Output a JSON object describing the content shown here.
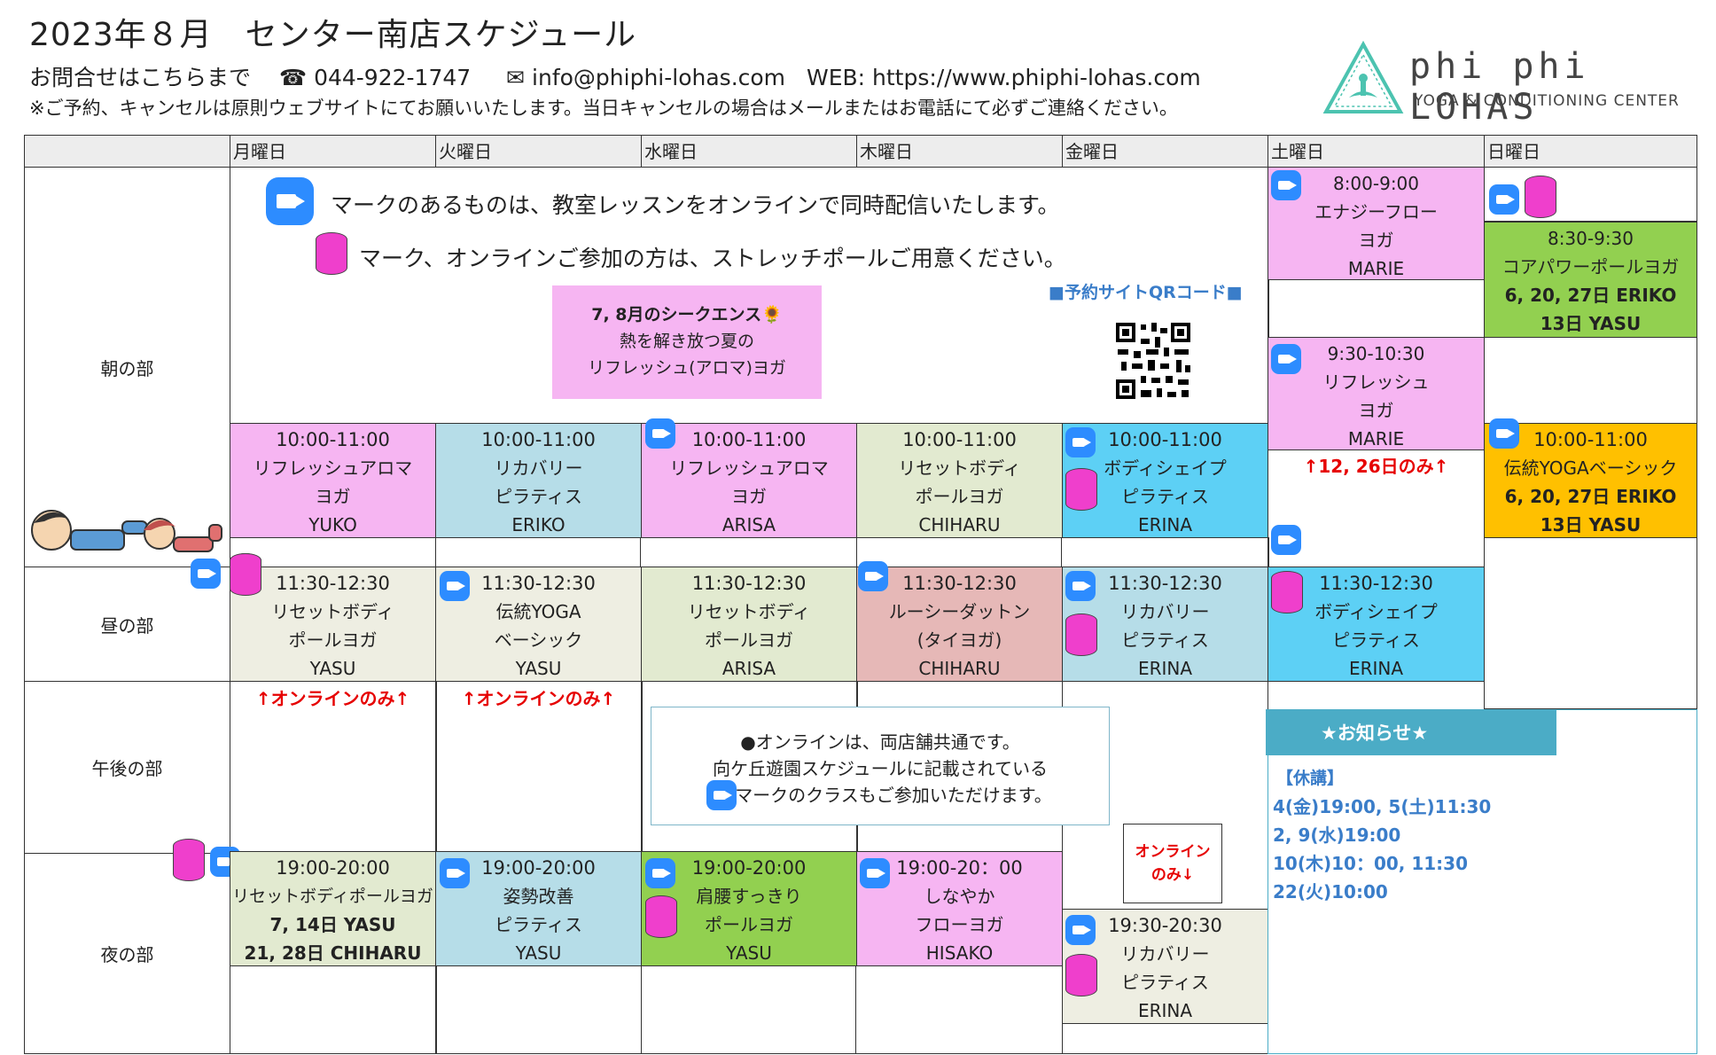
{
  "header": {
    "title": "2023年８月　センター南店スケジュール",
    "contact_label": "お問合せはこちらまで",
    "phone": "044-922-1747",
    "email": "info@phiphi-lohas.com",
    "web": "WEB: https://www.phiphi-lohas.com",
    "notice": "※ご予約、キャンセルは原則ウェブサイトにてお願いいたします。当日キャンセルの場合はメールまたはお電話にて必ずご連絡ください。",
    "logo_text": "phi phi LOHAS",
    "logo_sub": "YOGA & CONDITIONING CENTER"
  },
  "days": [
    "月曜日",
    "火曜日",
    "水曜日",
    "木曜日",
    "金曜日",
    "土曜日",
    "日曜日"
  ],
  "periods": [
    "朝の部",
    "昼の部",
    "午後の部",
    "夜の部"
  ],
  "info": {
    "zoom_note": "マークのあるものは、教室レッスンをオンラインで同時配信いたします。",
    "pole_note": "マーク、オンラインご参加の方は、ストレッチポールご用意ください。",
    "sequence_line1": "7, 8月のシークエンス🌻",
    "sequence_line2": "熱を解き放つ夏の",
    "sequence_line3": "リフレッシュ(アロマ)ヨガ",
    "qr_label": "■予約サイトQRコード■",
    "online_note1": "●オンラインは、両店舗共通です。",
    "online_note2": "向ケ丘遊園スケジュールに記載されている",
    "online_note3": "マークのクラスもご参加いただけます。",
    "online_only": "↑オンラインのみ↑",
    "sat_only": "↑12, 26日のみ↑",
    "online_down1": "オンライン",
    "online_down2": "のみ↓"
  },
  "classes": {
    "sat_early": [
      "8:00-9:00",
      "エナジーフロー",
      "ヨガ",
      "MARIE"
    ],
    "sun_early": [
      "8:30-9:30",
      "コアパワーポールヨガ",
      "6, 20, 27日 ERIKO",
      "13日 YASU"
    ],
    "sat_930": [
      "9:30-10:30",
      "リフレッシュ",
      "ヨガ",
      "MARIE"
    ],
    "mon_10": [
      "10:00-11:00",
      "リフレッシュアロマ",
      "ヨガ",
      "YUKO"
    ],
    "tue_10": [
      "10:00-11:00",
      "リカバリー",
      "ピラティス",
      "ERIKO"
    ],
    "wed_10": [
      "10:00-11:00",
      "リフレッシュアロマ",
      "ヨガ",
      "ARISA"
    ],
    "thu_10": [
      "10:00-11:00",
      "リセットボディ",
      "ポールヨガ",
      "CHIHARU"
    ],
    "fri_10": [
      "10:00-11:00",
      "ボディシェイプ",
      "ピラティス",
      "ERINA"
    ],
    "sun_10": [
      "10:00-11:00",
      "伝統YOGAベーシック",
      "6, 20, 27日 ERIKO",
      "13日 YASU"
    ],
    "mon_1130": [
      "11:30-12:30",
      "リセットボディ",
      "ポールヨガ",
      "YASU"
    ],
    "tue_1130": [
      "11:30-12:30",
      "伝統YOGA",
      "ベーシック",
      "YASU"
    ],
    "wed_1130": [
      "11:30-12:30",
      "リセットボディ",
      "ポールヨガ",
      "ARISA"
    ],
    "thu_1130": [
      "11:30-12:30",
      "ルーシーダットン",
      "(タイヨガ)",
      "CHIHARU"
    ],
    "fri_1130": [
      "11:30-12:30",
      "リカバリー",
      "ピラティス",
      "ERINA"
    ],
    "sat_1130": [
      "11:30-12:30",
      "ボディシェイプ",
      "ピラティス",
      "ERINA"
    ],
    "mon_19": [
      "19:00-20:00",
      "リセットボディポールヨガ",
      "7, 14日 YASU",
      "21, 28日 CHIHARU"
    ],
    "tue_19": [
      "19:00-20:00",
      "姿勢改善",
      "ピラティス",
      "YASU"
    ],
    "wed_19": [
      "19:00-20:00",
      "肩腰すっきり",
      "ポールヨガ",
      "YASU"
    ],
    "thu_19": [
      "19:00-20：00",
      "しなやか",
      "フローヨガ",
      "HISAKO"
    ],
    "fri_1930": [
      "19:30-20:30",
      "リカバリー",
      "ピラティス",
      "ERINA"
    ]
  },
  "news": {
    "title": "★お知らせ★",
    "heading": "【休講】",
    "items": [
      "4(金)19:00, 5(土)11:30",
      "2, 9(水)19:00",
      "10(木)10：00, 11:30",
      "22(火)10:00"
    ]
  },
  "colors": {
    "zoom": "#2d8cff",
    "pole": "#ef3fcc",
    "news_header": "#4bacc6",
    "red_text": "#e60000"
  }
}
